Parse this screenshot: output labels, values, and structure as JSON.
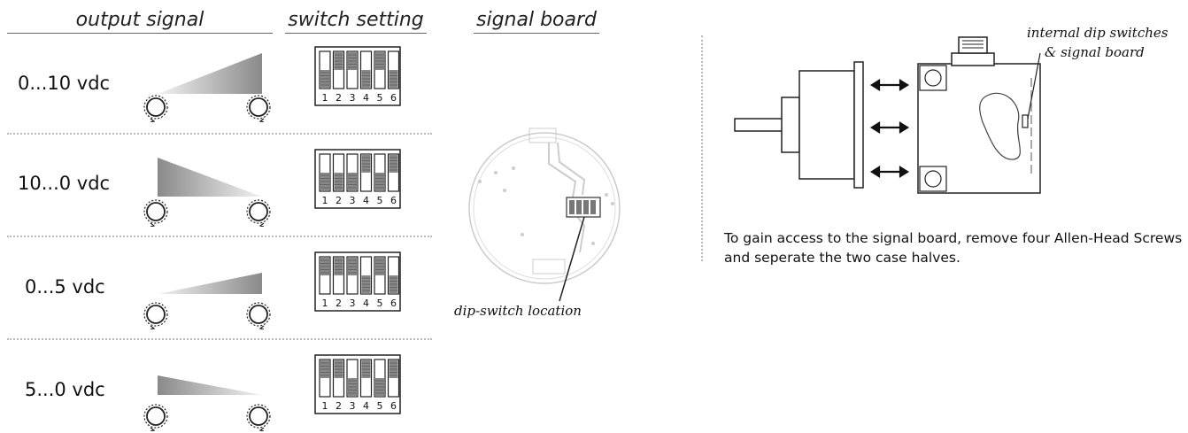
{
  "headers": {
    "output_signal": "output signal",
    "switch_setting": "switch setting",
    "signal_board": "signal board"
  },
  "rows": [
    {
      "label": "0...10 vdc",
      "ramp": "rising-full",
      "switches": [
        "down",
        "up",
        "up",
        "down",
        "up",
        "down"
      ]
    },
    {
      "label": "10...0 vdc",
      "ramp": "falling-full",
      "switches": [
        "down",
        "down",
        "down",
        "up",
        "down",
        "up"
      ]
    },
    {
      "label": "0...5 vdc",
      "ramp": "rising-half",
      "switches": [
        "up",
        "up",
        "up",
        "down",
        "up",
        "down"
      ]
    },
    {
      "label": "5...0 vdc",
      "ramp": "falling-half",
      "switches": [
        "up",
        "up",
        "down",
        "up",
        "down",
        "up"
      ]
    }
  ],
  "switch_numbers": [
    "1",
    "2",
    "3",
    "4",
    "5",
    "6"
  ],
  "board_caption": "dip-switch location",
  "encoder_caption_line1": "internal dip switches",
  "encoder_caption_line2": "& signal board",
  "access_note": "To gain access to the signal board, remove four Allen-Head Screws and seperate the two case halves.",
  "icons": [
    "potentiometer-knob-icon",
    "double-arrow-icon"
  ]
}
